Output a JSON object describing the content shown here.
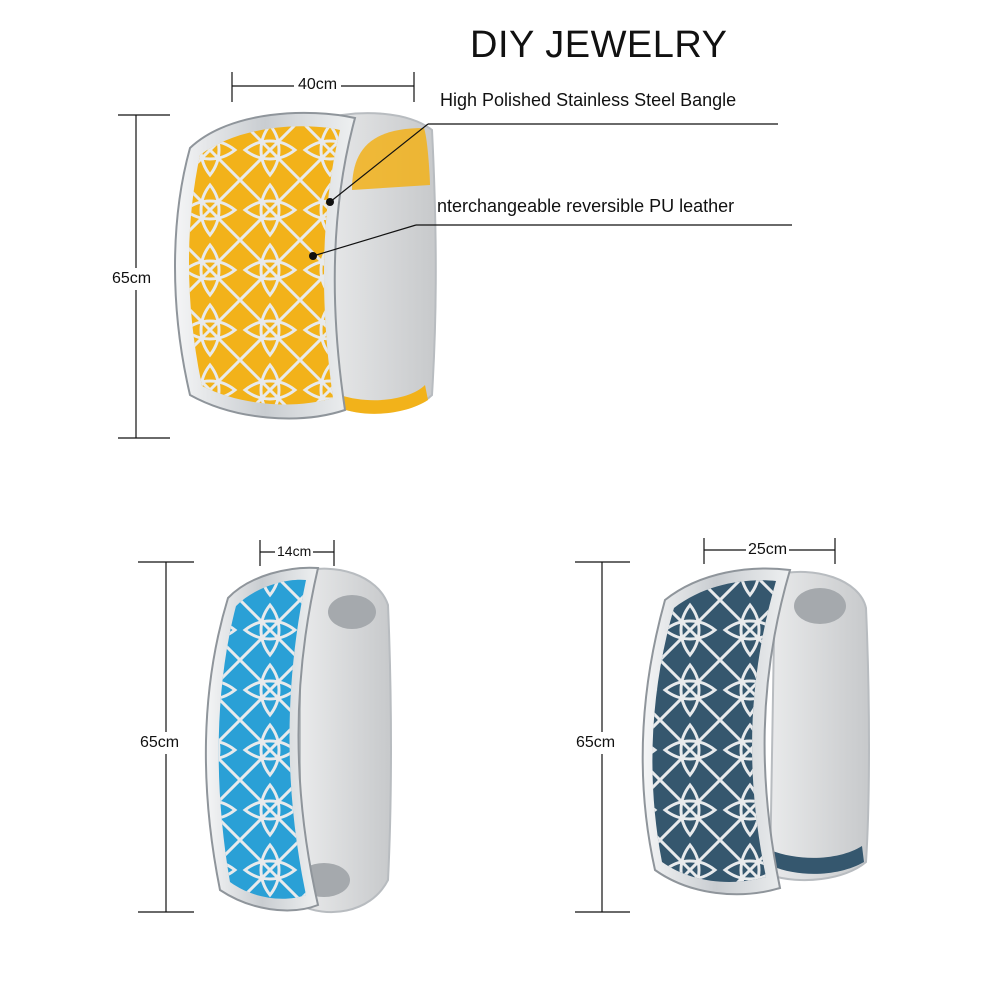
{
  "page": {
    "title": "DIY JEWELRY"
  },
  "callouts": {
    "bangle": "High Polished Stainless Steel Bangle",
    "leather": "Interchangeable reversible PU leather"
  },
  "products": [
    {
      "width_label": "40cm",
      "height_label": "65cm",
      "leather_color": "#f2b21a"
    },
    {
      "width_label": "14cm",
      "height_label": "65cm",
      "leather_color": "#2aa0d6"
    },
    {
      "width_label": "25cm",
      "height_label": "65cm",
      "leather_color": "#35576e"
    }
  ],
  "colors": {
    "steel": "#d9dcdf",
    "steel_dark": "#9aa0a6",
    "line": "#111111"
  }
}
